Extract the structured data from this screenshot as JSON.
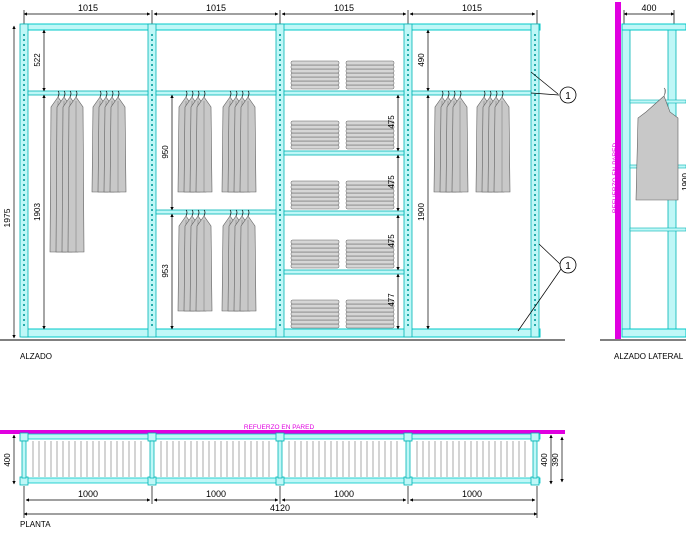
{
  "colors": {
    "cyan": "#00e5e5",
    "cyan_dark": "#009999",
    "magenta": "#e000e0",
    "line": "#000000",
    "garment": "#c8c8c8",
    "garment_edge": "#606060",
    "fold": "#d6d6d6"
  },
  "elevation": {
    "label": "ALZADO",
    "bay_widths": [
      "1015",
      "1015",
      "1015",
      "1015"
    ],
    "total_height": "1975",
    "bay1": {
      "top": "522",
      "hang": "1903"
    },
    "bay2": {
      "upper": "950",
      "lower": "953"
    },
    "bay3": {
      "gaps": [
        "475",
        "475",
        "475",
        "477"
      ]
    },
    "bay4": {
      "top": "490",
      "hang": "1900"
    },
    "callouts": [
      "1",
      "1"
    ]
  },
  "side": {
    "label": "ALZADO LATERAL",
    "width": "400",
    "wall_note": "REFUERZO EN PARED",
    "cut_number": "1900"
  },
  "plan": {
    "label": "PLANTA",
    "wall_note": "REFUERZO EN PARED",
    "bay_widths": [
      "1000",
      "1000",
      "1000",
      "1000"
    ],
    "total": "4120",
    "depth_left": "400",
    "depth_right": "400",
    "depth_inner": "390"
  }
}
